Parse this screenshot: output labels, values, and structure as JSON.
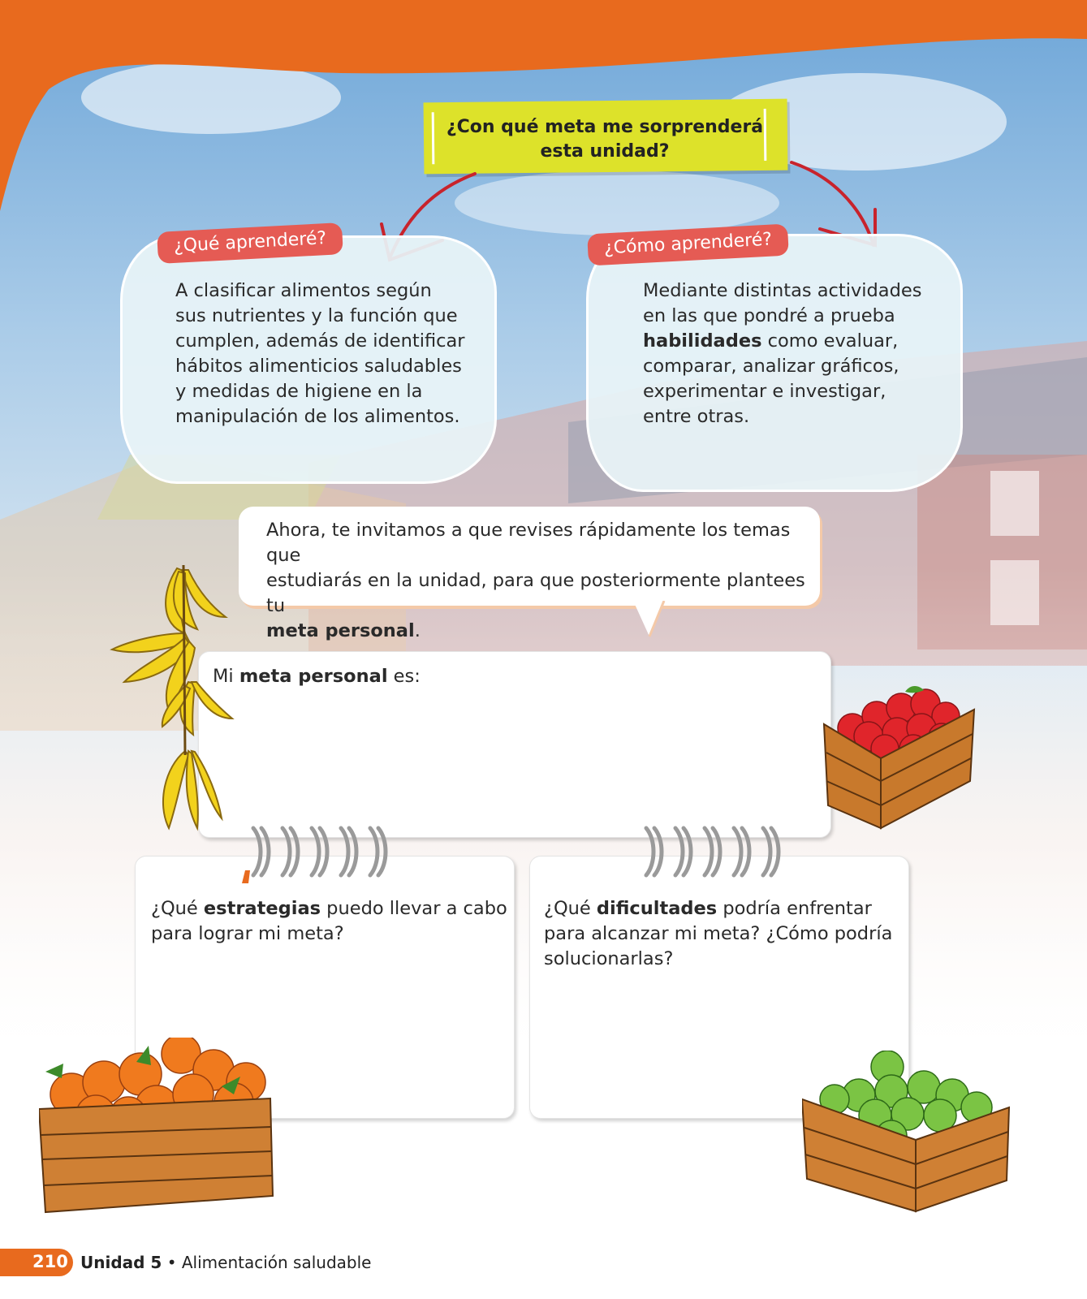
{
  "colors": {
    "accent_orange": "#e86a1e",
    "tag_red": "#e55b54",
    "goal_yellow": "#dde22a",
    "arrow_red": "#c8232c"
  },
  "header": {
    "question_line1": "¿Con qué meta me sorprenderá",
    "question_line2": "esta unidad?"
  },
  "what": {
    "tag": "¿Qué aprenderé?",
    "lines": [
      "A clasificar alimentos según",
      "sus nutrientes y la función que",
      "cumplen, además de identificar",
      "hábitos alimenticios saludables",
      "y medidas de higiene en la",
      "manipulación de los alimentos."
    ]
  },
  "how": {
    "tag": "¿Cómo aprenderé?",
    "line1": "Mediante distintas actividades",
    "line2": "en las que pondré a prueba",
    "line3_bold": "habilidades",
    "line3_rest": " como evaluar,",
    "line4": "comparar, analizar gráficos,",
    "line5": "experimentar e investigar,",
    "line6": "entre otras."
  },
  "invite": {
    "line1": "Ahora, te invitamos a que revises rápidamente los temas que",
    "line2": "estudiarás en la unidad, para que posteriormente plantees tu",
    "line3_bold": "meta personal",
    "line3_rest": "."
  },
  "goal_card": {
    "pre": "Mi ",
    "bold": "meta personal",
    "post": " es:"
  },
  "strategies_card": {
    "pre": "¿Qué ",
    "bold": "estrategias",
    "post": " puedo llevar a cabo",
    "line2": "para lograr mi meta?"
  },
  "difficulties_card": {
    "pre": "¿Qué ",
    "bold": "dificultades",
    "post": " podría enfrentar",
    "line2": "para alcanzar mi meta? ¿Cómo podría",
    "line3": "solucionarlas?"
  },
  "footer": {
    "page_number": "210",
    "unit": "Unidad 5",
    "separator": " • ",
    "title": "Alimentación saludable"
  },
  "icons": [
    "bananas-illustration",
    "apple-crate-illustration",
    "orange-crate-illustration",
    "green-apple-crate-illustration",
    "arrow-left-icon",
    "arrow-right-icon"
  ]
}
